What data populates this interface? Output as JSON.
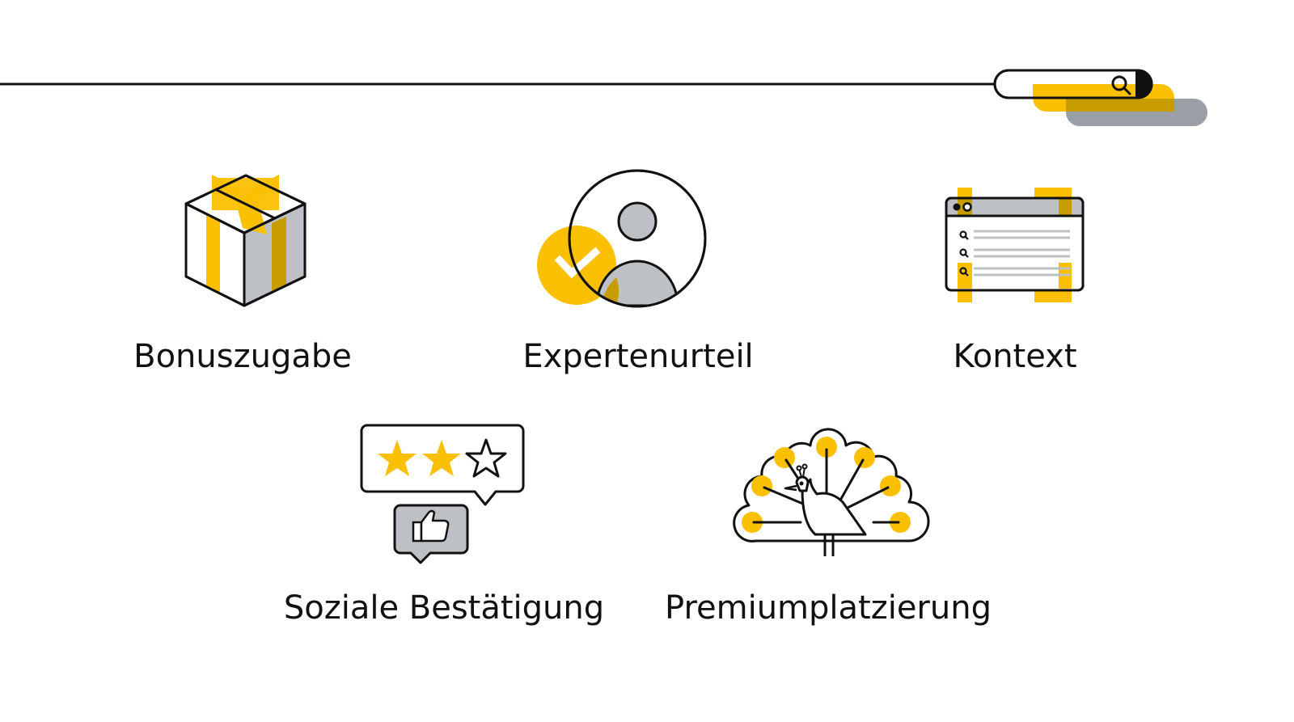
{
  "colors": {
    "stroke": "#111111",
    "yellow": "#FBC002",
    "gray": "#BDC1C6",
    "dark_gray": "#9AA0A6",
    "gold": "#C69C00"
  },
  "items": [
    {
      "label": "Bonuszugabe",
      "icon": "gift-box-icon"
    },
    {
      "label": "Expertenurteil",
      "icon": "expert-badge-icon"
    },
    {
      "label": "Kontext",
      "icon": "search-results-window-icon"
    },
    {
      "label": "Soziale Bestätigung",
      "icon": "rating-thumbs-up-icon"
    },
    {
      "label": "Premiumplatzierung",
      "icon": "peacock-icon"
    }
  ],
  "header": {
    "icon": "search-bar-icon"
  }
}
